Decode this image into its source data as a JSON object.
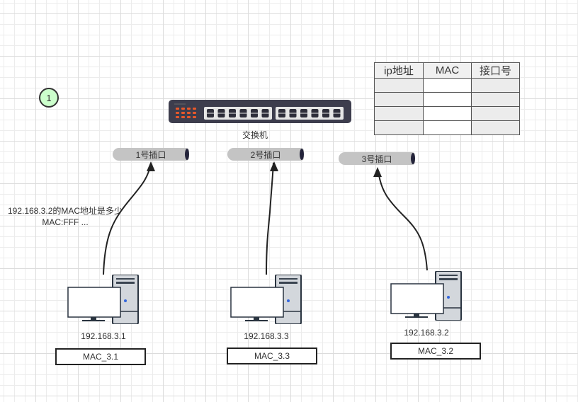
{
  "diagram": {
    "step_badge": "1",
    "switch": {
      "label": "交换机",
      "icon": "network-switch-icon",
      "port_groups": 2,
      "ports_per_group": 6,
      "led_color": "#e8582a"
    },
    "ports": [
      {
        "label": "1号插口"
      },
      {
        "label": "2号插口"
      },
      {
        "label": "3号插口"
      }
    ],
    "mac_table": {
      "headers": [
        "ip地址",
        "MAC",
        "接口号"
      ],
      "rows": [
        [
          "",
          "",
          ""
        ],
        [
          "",
          "",
          ""
        ],
        [
          "",
          "",
          ""
        ],
        [
          "",
          "",
          ""
        ]
      ]
    },
    "query_message": {
      "line1": "192.168.3.2的MAC地址是多少",
      "line2": "MAC:FFF ..."
    },
    "hosts": [
      {
        "ip": "192.168.3.1",
        "mac": "MAC_3.1",
        "icon": "desktop-computer-icon"
      },
      {
        "ip": "192.168.3.3",
        "mac": "MAC_3.3",
        "icon": "desktop-computer-icon"
      },
      {
        "ip": "192.168.3.2",
        "mac": "MAC_3.2",
        "icon": "desktop-computer-icon"
      }
    ],
    "colors": {
      "badge_fill": "#ccffcc",
      "port_fill": "#c4c4c4",
      "switch_body": "#3d3d4d",
      "led": "#e8582a",
      "power_led": "#3366dd"
    }
  }
}
